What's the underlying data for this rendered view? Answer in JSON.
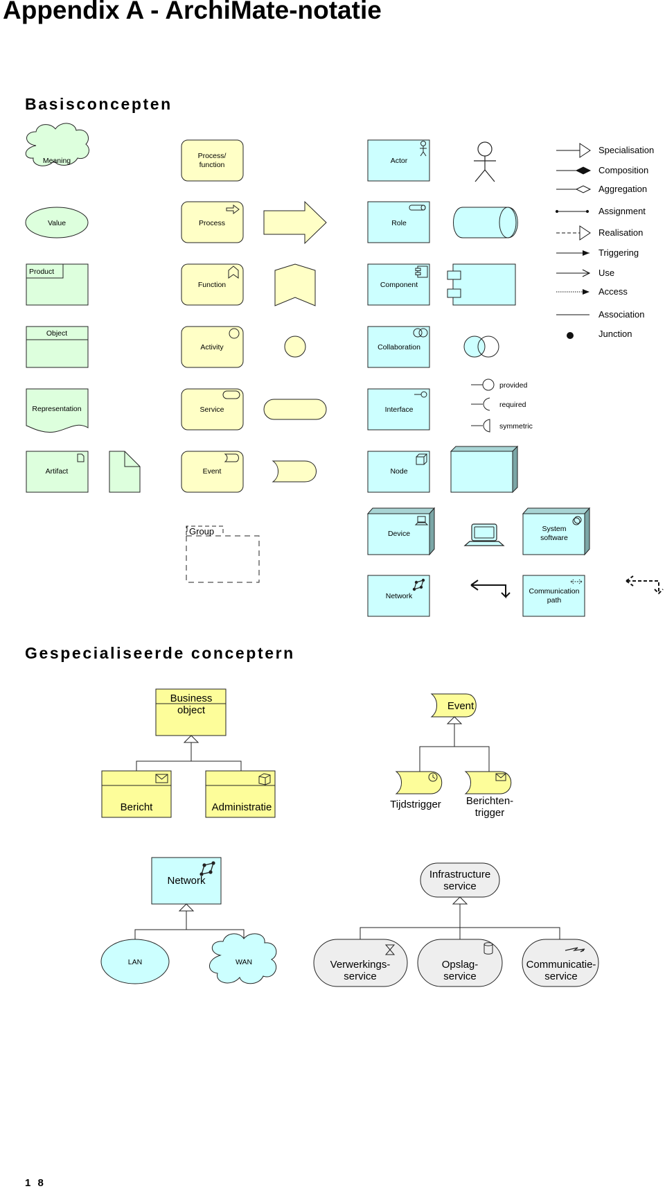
{
  "page_title": "Appendix A - ArchiMate-notatie",
  "sections": {
    "basic": "Basisconcepten",
    "specialized": "Gespecialiseerde conceptern"
  },
  "page_number": "1 8",
  "colors": {
    "business_yellow": "#ffffc6",
    "business_yellow_dark": "#fdfd9a",
    "application_cyan": "#ccffff",
    "technology_cyan": "#ccffff",
    "technology_side": "#7ba6a6",
    "passive_green": "#ddffdd",
    "infra_grey": "#eeeeee",
    "stroke": "#222222"
  },
  "basic": {
    "meaning": "Meaning",
    "value": "Value",
    "product": "Product",
    "object": "Object",
    "representation": "Representation",
    "artifact": "Artifact",
    "process_function_line1": "Process/",
    "process_function_line2": "function",
    "process": "Process",
    "function": "Function",
    "activity": "Activity",
    "service": "Service",
    "event": "Event",
    "group": "Group",
    "actor": "Actor",
    "role": "Role",
    "component": "Component",
    "collaboration": "Collaboration",
    "interface": "Interface",
    "node": "Node",
    "device": "Device",
    "network": "Network",
    "system_software_line1": "System",
    "system_software_line2": "software",
    "communication_path_line1": "Communication",
    "communication_path_line2": "path",
    "interface_provided": "provided",
    "interface_required": "required",
    "interface_symmetric": "symmetric"
  },
  "relations": [
    "Specialisation",
    "Composition",
    "Aggregation",
    "Assignment",
    "Realisation",
    "Triggering",
    "Use",
    "Access",
    "Association",
    "Junction"
  ],
  "specialized": {
    "business_object_line1": "Business",
    "business_object_line2": "object",
    "bericht": "Bericht",
    "administratie": "Administratie",
    "event": "Event",
    "tijdstrigger": "Tijdstrigger",
    "berichtentrigger_line1": "Berichten-",
    "berichtentrigger_line2": "trigger",
    "network": "Network",
    "lan": "LAN",
    "wan": "WAN",
    "infrastructure_service_line1": "Infrastructure",
    "infrastructure_service_line2": "service",
    "verwerkings_line1": "Verwerkings-",
    "verwerkings_line2": "service",
    "opslag_line1": "Opslag-",
    "opslag_line2": "service",
    "communicatie_line1": "Communicatie-",
    "communicatie_line2": "service"
  }
}
